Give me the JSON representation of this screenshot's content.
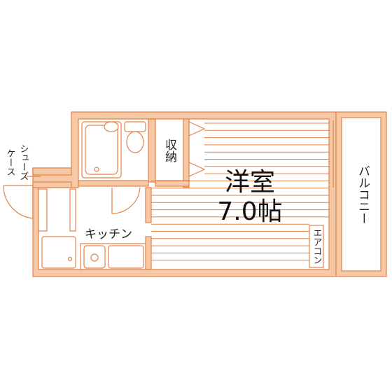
{
  "labels": {
    "room": "洋室",
    "room_size": "7.0帖",
    "storage": "収納",
    "balcony": "バルコニー",
    "aircon": "エアコン",
    "kitchen": "キッチン",
    "shoe_case_line1": "シューズ",
    "shoe_case_line2": "ケース"
  },
  "colors": {
    "line": "#e2824a",
    "wall_fill": "#f6c9a6",
    "text": "#222222"
  }
}
